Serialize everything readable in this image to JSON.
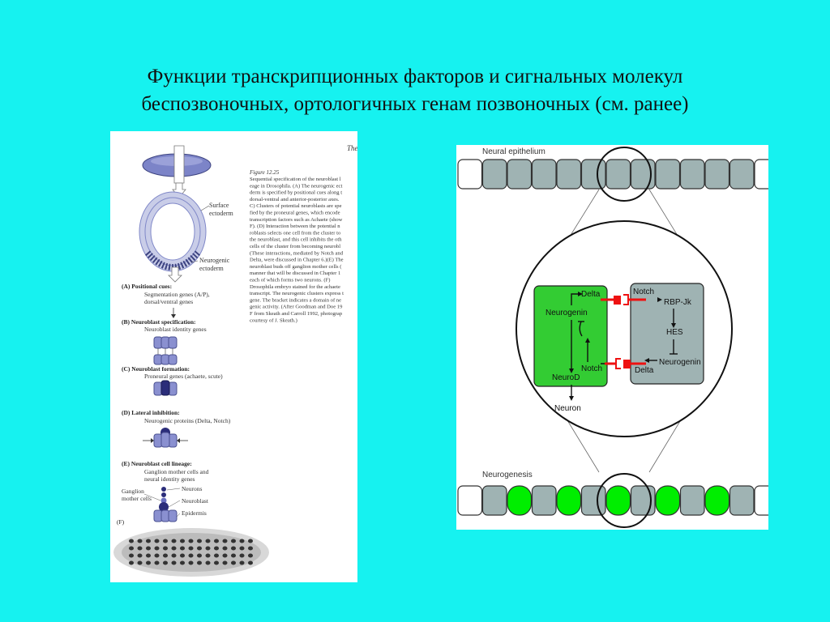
{
  "slide": {
    "title_line1": "Функции транскрипционных факторов и сигнальных молекул",
    "title_line2": "беспозвоночных, ортологичных генам позвоночных (см. ранее)"
  },
  "left_figure": {
    "corner_text": "The",
    "surface_label_1": "Surface",
    "surface_label_2": "ectoderm",
    "neurogenic_label_1": "Neurogenic",
    "neurogenic_label_2": "ectoderm",
    "caption_title": "Figure 12.25",
    "caption_lines": [
      "Sequential specification of the neuroblast l",
      "eage in Drosophila. (A) The neurogenic ect",
      "derm is specified by positional cues along t",
      "dorsal-ventral and anterior-posterior axes.",
      "C) Clusters of potential neuroblasts are spe",
      "fied by the proneural genes, which encode",
      "transcription factors such as Achaete (show",
      "F). (D) Interaction between the potential n",
      "roblasts selects one cell from the cluster to",
      "the neuroblast, and this cell inhibits the oth",
      "cells of the cluster from becoming neurobl",
      "(These interactions, mediated by Notch and",
      "Delta, were discussed in Chapter 6.)(E) The",
      "neuroblast buds off ganglion mother cells (",
      "manner that will be discussed in Chapter 1",
      "each of which forms two neurons. (F)",
      "Drosophila embryo stained for the achaete",
      "transcript. The neurogenic clusters express t",
      "gene. The bracket indicates a domain of ne",
      "genic activity. (After Goodman and Doe 19",
      "F from Skeath and Carroll 1992, photograp",
      "courtesy of J. Skeath.)"
    ],
    "step_a_title": "(A)  Positional cues:",
    "step_a_sub1": "Segmentation genes (A/P),",
    "step_a_sub2": "dorsal/ventral genes",
    "step_b_title": "(B)  Neuroblast specification:",
    "step_b_sub": "Neuroblast identity genes",
    "step_c_title": "(C)  Neuroblast formation:",
    "step_c_sub": "Proneural genes (achaete, scute)",
    "step_d_title": "(D)  Lateral inhibition:",
    "step_d_sub": "Neurogenic proteins (Delta, Notch)",
    "step_e_title": "(E)  Neuroblast cell lineage:",
    "step_e_sub1": "Ganglion mother cells and",
    "step_e_sub2": "neural identity genes",
    "label_ganglion_1": "Ganglion",
    "label_ganglion_2": "mother cells",
    "label_neurons": "Neurons",
    "label_neuroblast": "Neuroblast",
    "label_epidermis": "Epidermis",
    "step_f_title": "(F)"
  },
  "right_figure": {
    "neural_epithelium_label": "Neural epithelium",
    "neurogenesis_label": "Neurogenesis",
    "left_cell": {
      "delta": "Delta",
      "neurogenin": "Neurogenin",
      "notch": "Notch",
      "neurod": "NeuroD",
      "neuron": "Neuron"
    },
    "right_cell": {
      "notch": "Notch",
      "rbp": "RBP-Jk",
      "hes": "HES",
      "neurogenin": "Neurogenin",
      "delta": "Delta"
    },
    "colors": {
      "cell_grey": "#9fb3b3",
      "neuron_green": "#33cc33",
      "bright_green": "#00ee00",
      "signal_red": "#ee1111"
    }
  }
}
